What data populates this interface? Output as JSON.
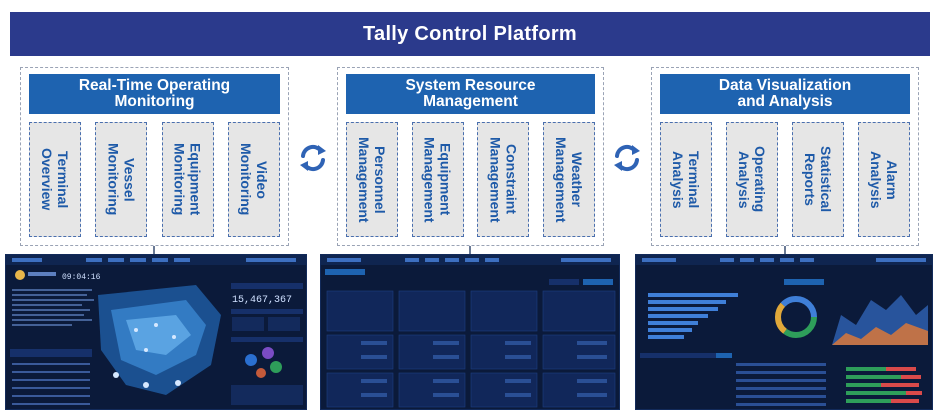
{
  "title": "Tally Control Platform",
  "groups": [
    {
      "heading": "Real-Time Operating\nMonitoring",
      "items": [
        "Terminal\nOverview",
        "Vessel\nMonitoring",
        "Equipment\nMonitoring",
        "Video\nMonitoring"
      ]
    },
    {
      "heading": "System Resource\nManagement",
      "items": [
        "Personnel\nManagement",
        "Equipment\nManagement",
        "Constraint\nManagement",
        "Weather\nManagement"
      ]
    },
    {
      "heading": "Data Visualization\nand Analysis",
      "items": [
        "Terminal\nAnalysis",
        "Operating\nAnalysis",
        "Statistical\nReports",
        "Alarm\nAnalysis"
      ]
    }
  ],
  "screens": {
    "monitoring_readout": "15,467,367"
  },
  "colors": {
    "title_bg": "#2b3a8c",
    "header_bg": "#1e63b0",
    "item_text": "#1e5aa8",
    "cycle_icon": "#2f63b5",
    "screen_bg": "#0b1a3a"
  },
  "icons": [
    "cycle-arrows-icon"
  ]
}
